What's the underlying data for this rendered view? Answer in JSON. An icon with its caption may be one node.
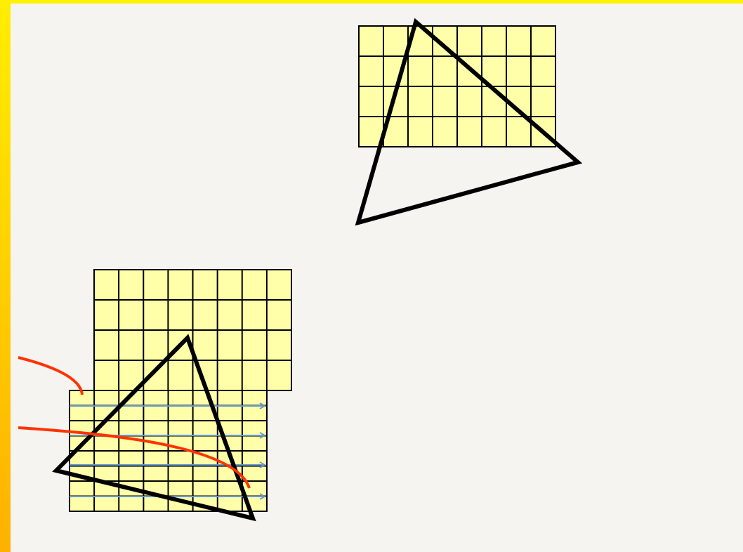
{
  "diagram": {
    "nodes": [
      {
        "text": [],
        "shape": "box"
      },
      {
        "text": [],
        "shape": "box"
      },
      {
        "text": [],
        "shape": "box"
      }
    ],
    "edges": [
      {
        "from": null,
        "to": 2,
        "arrow": "none",
        "color": "#ff3300"
      },
      {
        "from": null,
        "to": 2,
        "arrow": "none",
        "color": "#ff3300"
      }
    ]
  }
}
